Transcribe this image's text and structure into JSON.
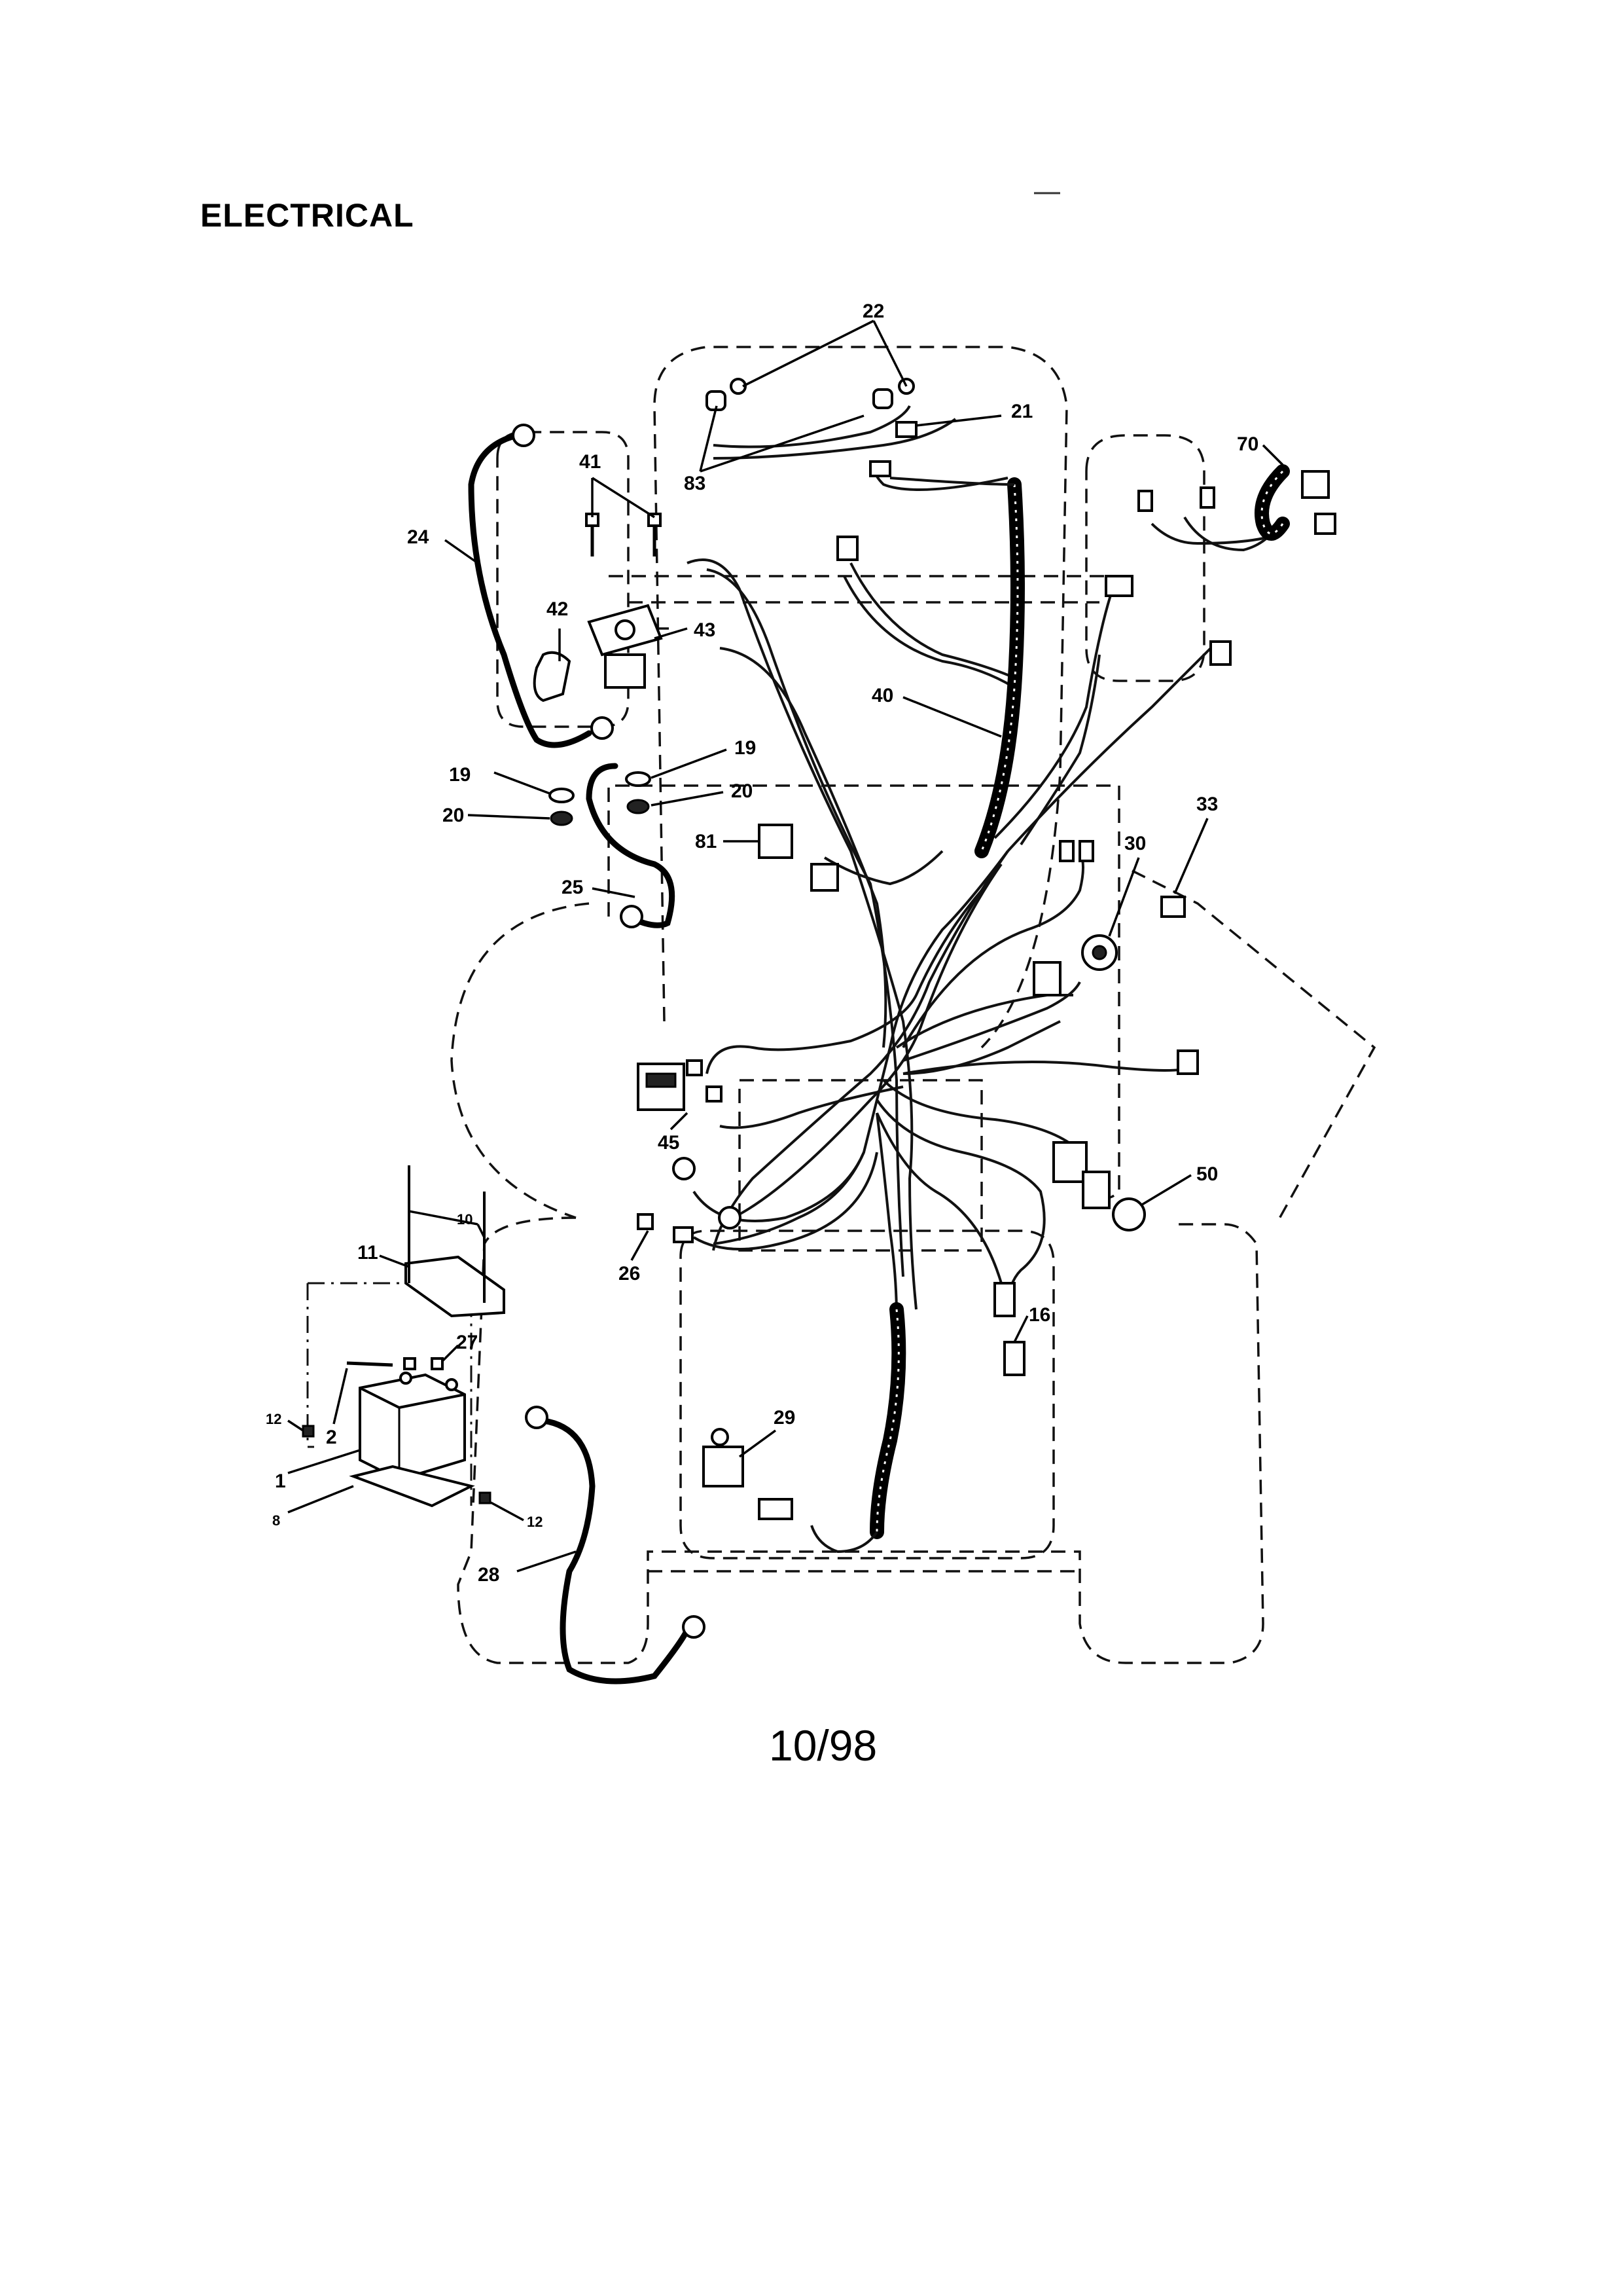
{
  "page": {
    "title": "ELECTRICAL",
    "page_number": "10/98"
  },
  "callouts": {
    "c22": "22",
    "c21": "21",
    "c83": "83",
    "c70": "70",
    "c41": "41",
    "c24": "24",
    "c42": "42",
    "c43": "43",
    "c40": "40",
    "c19a": "19",
    "c19b": "19",
    "c20a": "20",
    "c20b": "20",
    "c81": "81",
    "c33": "33",
    "c30": "30",
    "c25": "25",
    "c45": "45",
    "c50": "50",
    "c10": "10",
    "c11": "11",
    "c26": "26",
    "c16": "16",
    "c27": "27",
    "c12a": "12",
    "c2": "2",
    "c29": "29",
    "c1": "1",
    "c8": "8",
    "c12b": "12",
    "c28": "28"
  }
}
